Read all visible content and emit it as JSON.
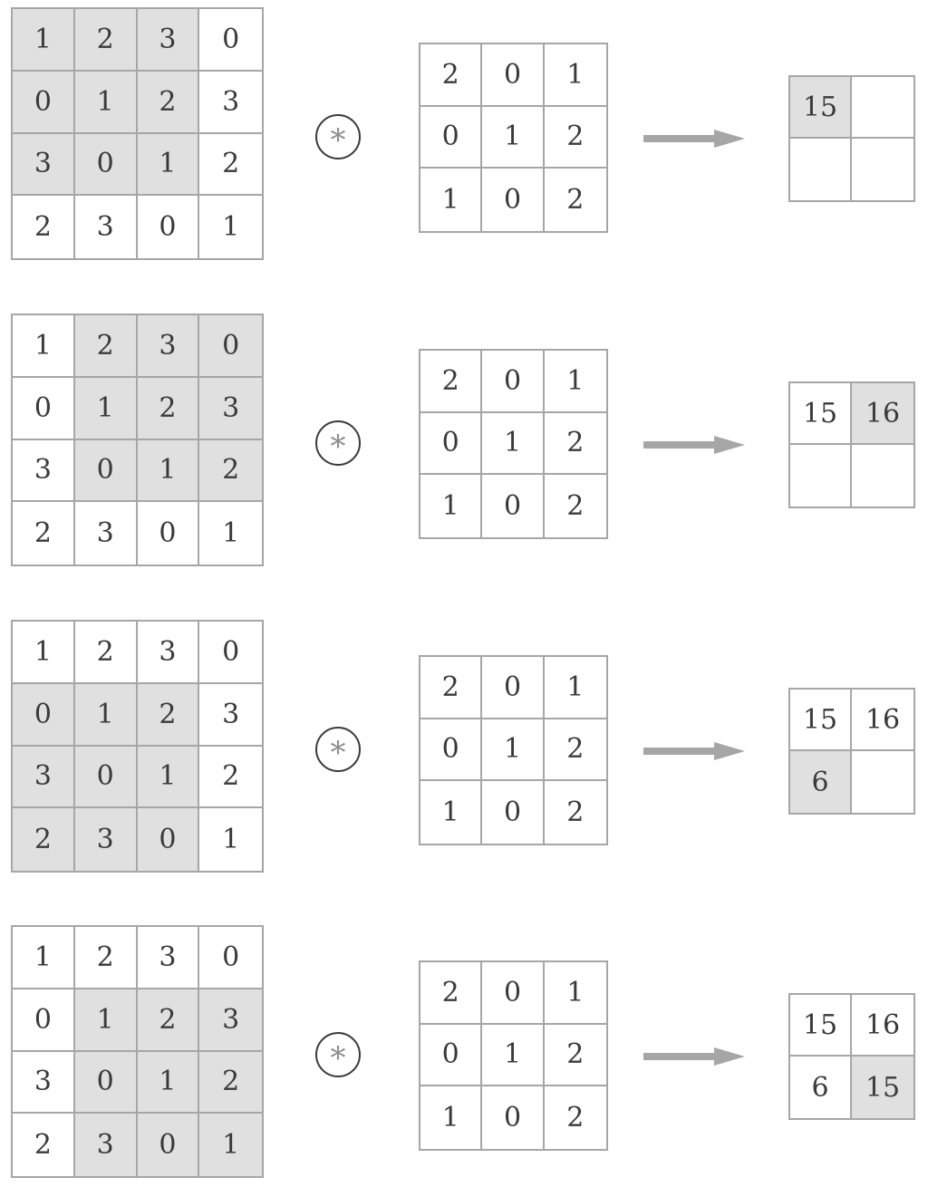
{
  "operator_symbol": "*",
  "colors": {
    "grid_line": "#a6a6a6",
    "shade": "#e0e0e0",
    "arrow": "#a6a6a6"
  },
  "steps": [
    {
      "input": [
        [
          "1",
          "2",
          "3",
          "0"
        ],
        [
          "0",
          "1",
          "2",
          "3"
        ],
        [
          "3",
          "0",
          "1",
          "2"
        ],
        [
          "2",
          "3",
          "0",
          "1"
        ]
      ],
      "input_window": {
        "row": 0,
        "col": 0
      },
      "kernel": [
        [
          "2",
          "0",
          "1"
        ],
        [
          "0",
          "1",
          "2"
        ],
        [
          "1",
          "0",
          "2"
        ]
      ],
      "output": [
        [
          "15",
          ""
        ],
        [
          "",
          ""
        ]
      ],
      "output_highlight": {
        "row": 0,
        "col": 0
      }
    },
    {
      "input": [
        [
          "1",
          "2",
          "3",
          "0"
        ],
        [
          "0",
          "1",
          "2",
          "3"
        ],
        [
          "3",
          "0",
          "1",
          "2"
        ],
        [
          "2",
          "3",
          "0",
          "1"
        ]
      ],
      "input_window": {
        "row": 0,
        "col": 1
      },
      "kernel": [
        [
          "2",
          "0",
          "1"
        ],
        [
          "0",
          "1",
          "2"
        ],
        [
          "1",
          "0",
          "2"
        ]
      ],
      "output": [
        [
          "15",
          "16"
        ],
        [
          "",
          ""
        ]
      ],
      "output_highlight": {
        "row": 0,
        "col": 1
      }
    },
    {
      "input": [
        [
          "1",
          "2",
          "3",
          "0"
        ],
        [
          "0",
          "1",
          "2",
          "3"
        ],
        [
          "3",
          "0",
          "1",
          "2"
        ],
        [
          "2",
          "3",
          "0",
          "1"
        ]
      ],
      "input_window": {
        "row": 1,
        "col": 0
      },
      "kernel": [
        [
          "2",
          "0",
          "1"
        ],
        [
          "0",
          "1",
          "2"
        ],
        [
          "1",
          "0",
          "2"
        ]
      ],
      "output": [
        [
          "15",
          "16"
        ],
        [
          "6",
          ""
        ]
      ],
      "output_highlight": {
        "row": 1,
        "col": 0
      }
    },
    {
      "input": [
        [
          "1",
          "2",
          "3",
          "0"
        ],
        [
          "0",
          "1",
          "2",
          "3"
        ],
        [
          "3",
          "0",
          "1",
          "2"
        ],
        [
          "2",
          "3",
          "0",
          "1"
        ]
      ],
      "input_window": {
        "row": 1,
        "col": 1
      },
      "kernel": [
        [
          "2",
          "0",
          "1"
        ],
        [
          "0",
          "1",
          "2"
        ],
        [
          "1",
          "0",
          "2"
        ]
      ],
      "output": [
        [
          "15",
          "16"
        ],
        [
          "6",
          "15"
        ]
      ],
      "output_highlight": {
        "row": 1,
        "col": 1
      }
    }
  ]
}
